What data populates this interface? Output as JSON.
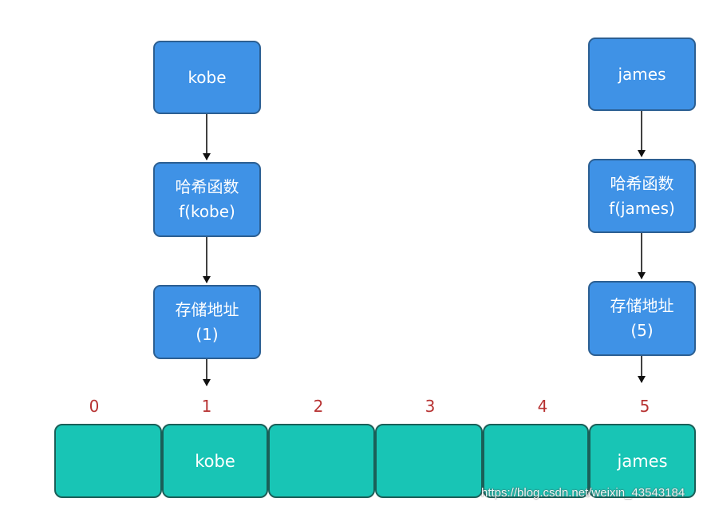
{
  "left_chain": {
    "input": "kobe",
    "hash_line1": "哈希函数",
    "hash_line2": "f(kobe)",
    "addr_line1": "存储地址",
    "addr_line2": "(1)"
  },
  "right_chain": {
    "input": "james",
    "hash_line1": "哈希函数",
    "hash_line2": "f(james)",
    "addr_line1": "存储地址",
    "addr_line2": "(5)"
  },
  "array": {
    "indices": [
      "0",
      "1",
      "2",
      "3",
      "4",
      "5"
    ],
    "cells": [
      "",
      "kobe",
      "",
      "",
      "",
      "james"
    ]
  },
  "watermark": "https://blog.csdn.net/weixin_43543184",
  "colors": {
    "node_fill": "#3f92e6",
    "cell_fill": "#18c5b5",
    "index_text": "#b73232"
  }
}
